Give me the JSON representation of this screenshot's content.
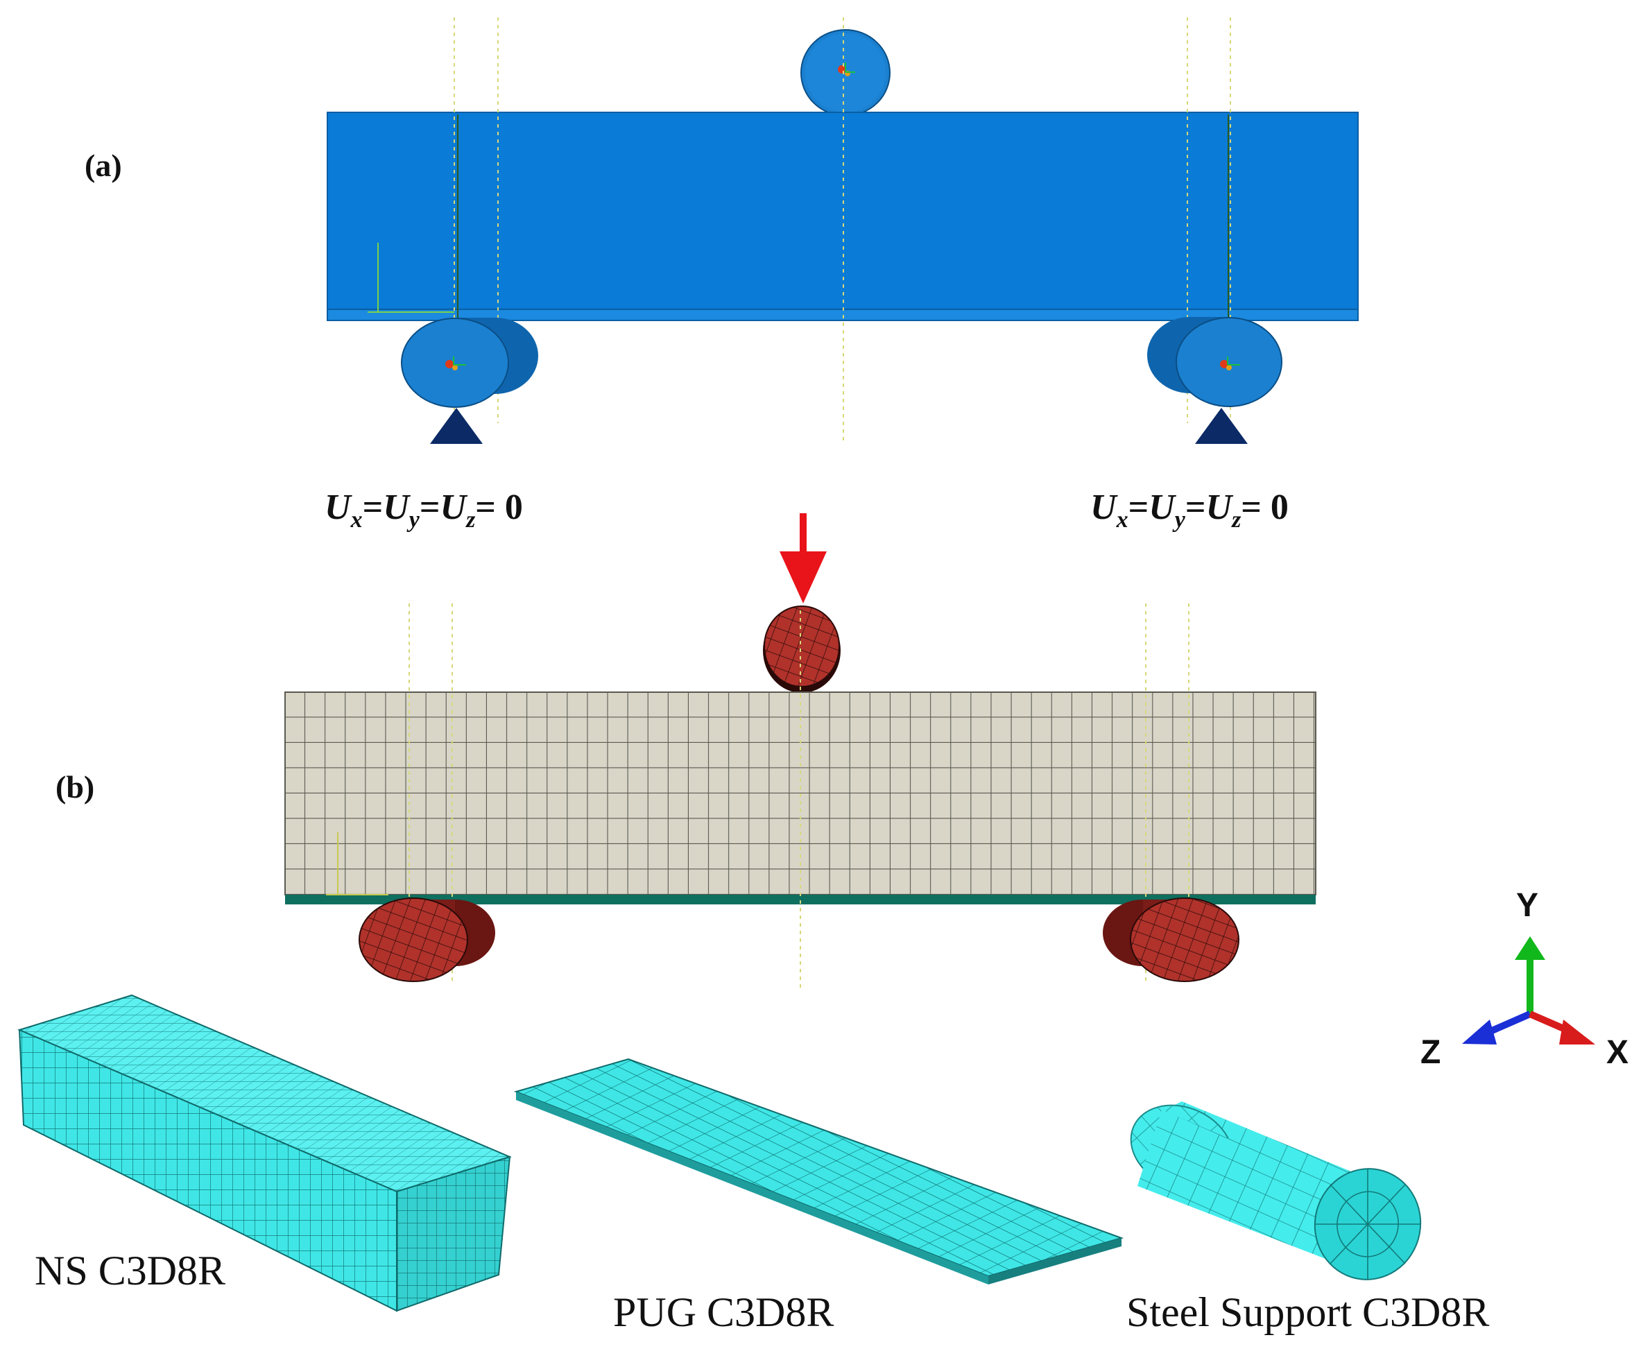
{
  "panel_labels": {
    "a": "(a)",
    "b": "(b)"
  },
  "boundary_condition": {
    "left": {
      "u1": "U",
      "s1": "x",
      "u2": "U",
      "s2": "y",
      "u3": "U",
      "s3": "z",
      "eq": "= 0"
    },
    "right": {
      "u1": "U",
      "s1": "x",
      "u2": "U",
      "s2": "y",
      "u3": "U",
      "s3": "z",
      "eq": "= 0"
    }
  },
  "mesh_parts": {
    "ns": "NS C3D8R",
    "pug": "PUG C3D8R",
    "support": "Steel Support C3D8R"
  },
  "axes": {
    "y": "Y",
    "z": "Z",
    "x": "X"
  },
  "colors": {
    "beam_blue": "#0a7bd6",
    "roller_blue": "#1b80cf",
    "support_navy": "#0b2a66",
    "mesh_beige": "#d9d6c8",
    "roller_red": "#b0322b",
    "plate_green": "#0e6f5f",
    "load_arrow": "#e8141a",
    "cyan_mesh": "#3ee6e6",
    "axis_y": "#11b81b",
    "axis_z": "#1a2fd6",
    "axis_x": "#d81c1c"
  }
}
